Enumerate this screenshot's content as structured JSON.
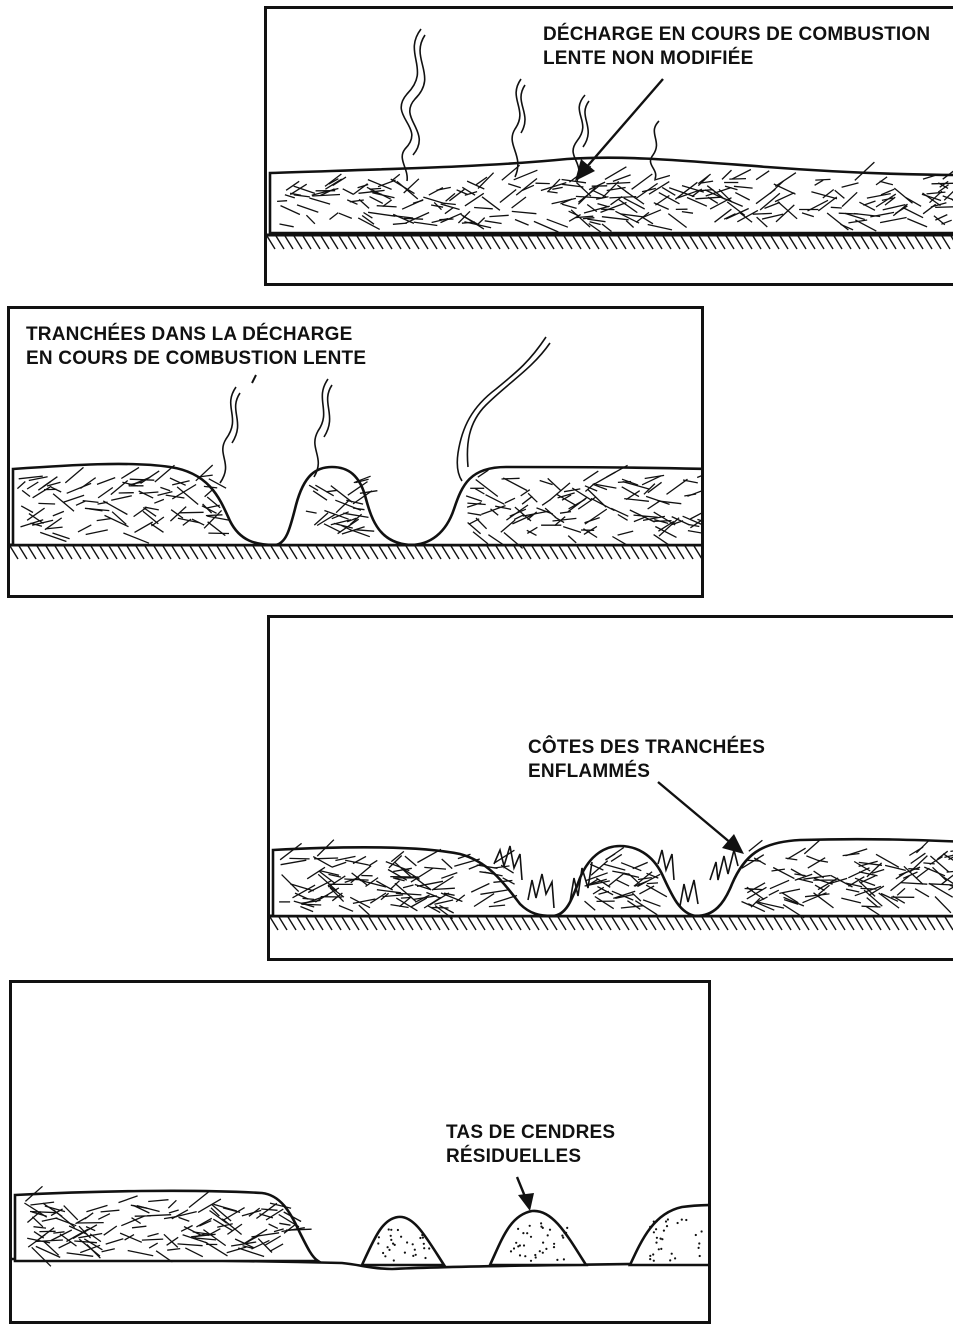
{
  "panels": [
    {
      "id": "panel-1",
      "label_lines": [
        "DÉCHARGE EN COURS DE COMBUSTION",
        "LENTE NON MODIFIÉE"
      ]
    },
    {
      "id": "panel-2",
      "label_lines": [
        "TRANCHÉES DANS LA DÉCHARGE",
        "EN COURS DE COMBUSTION LENTE"
      ]
    },
    {
      "id": "panel-3",
      "label_lines": [
        "CÔTES DES TRANCHÉES",
        "ENFLAMMÉS"
      ]
    },
    {
      "id": "panel-4",
      "label_lines": [
        "TAS DE CENDRES",
        "RÉSIDUELLES"
      ]
    }
  ]
}
